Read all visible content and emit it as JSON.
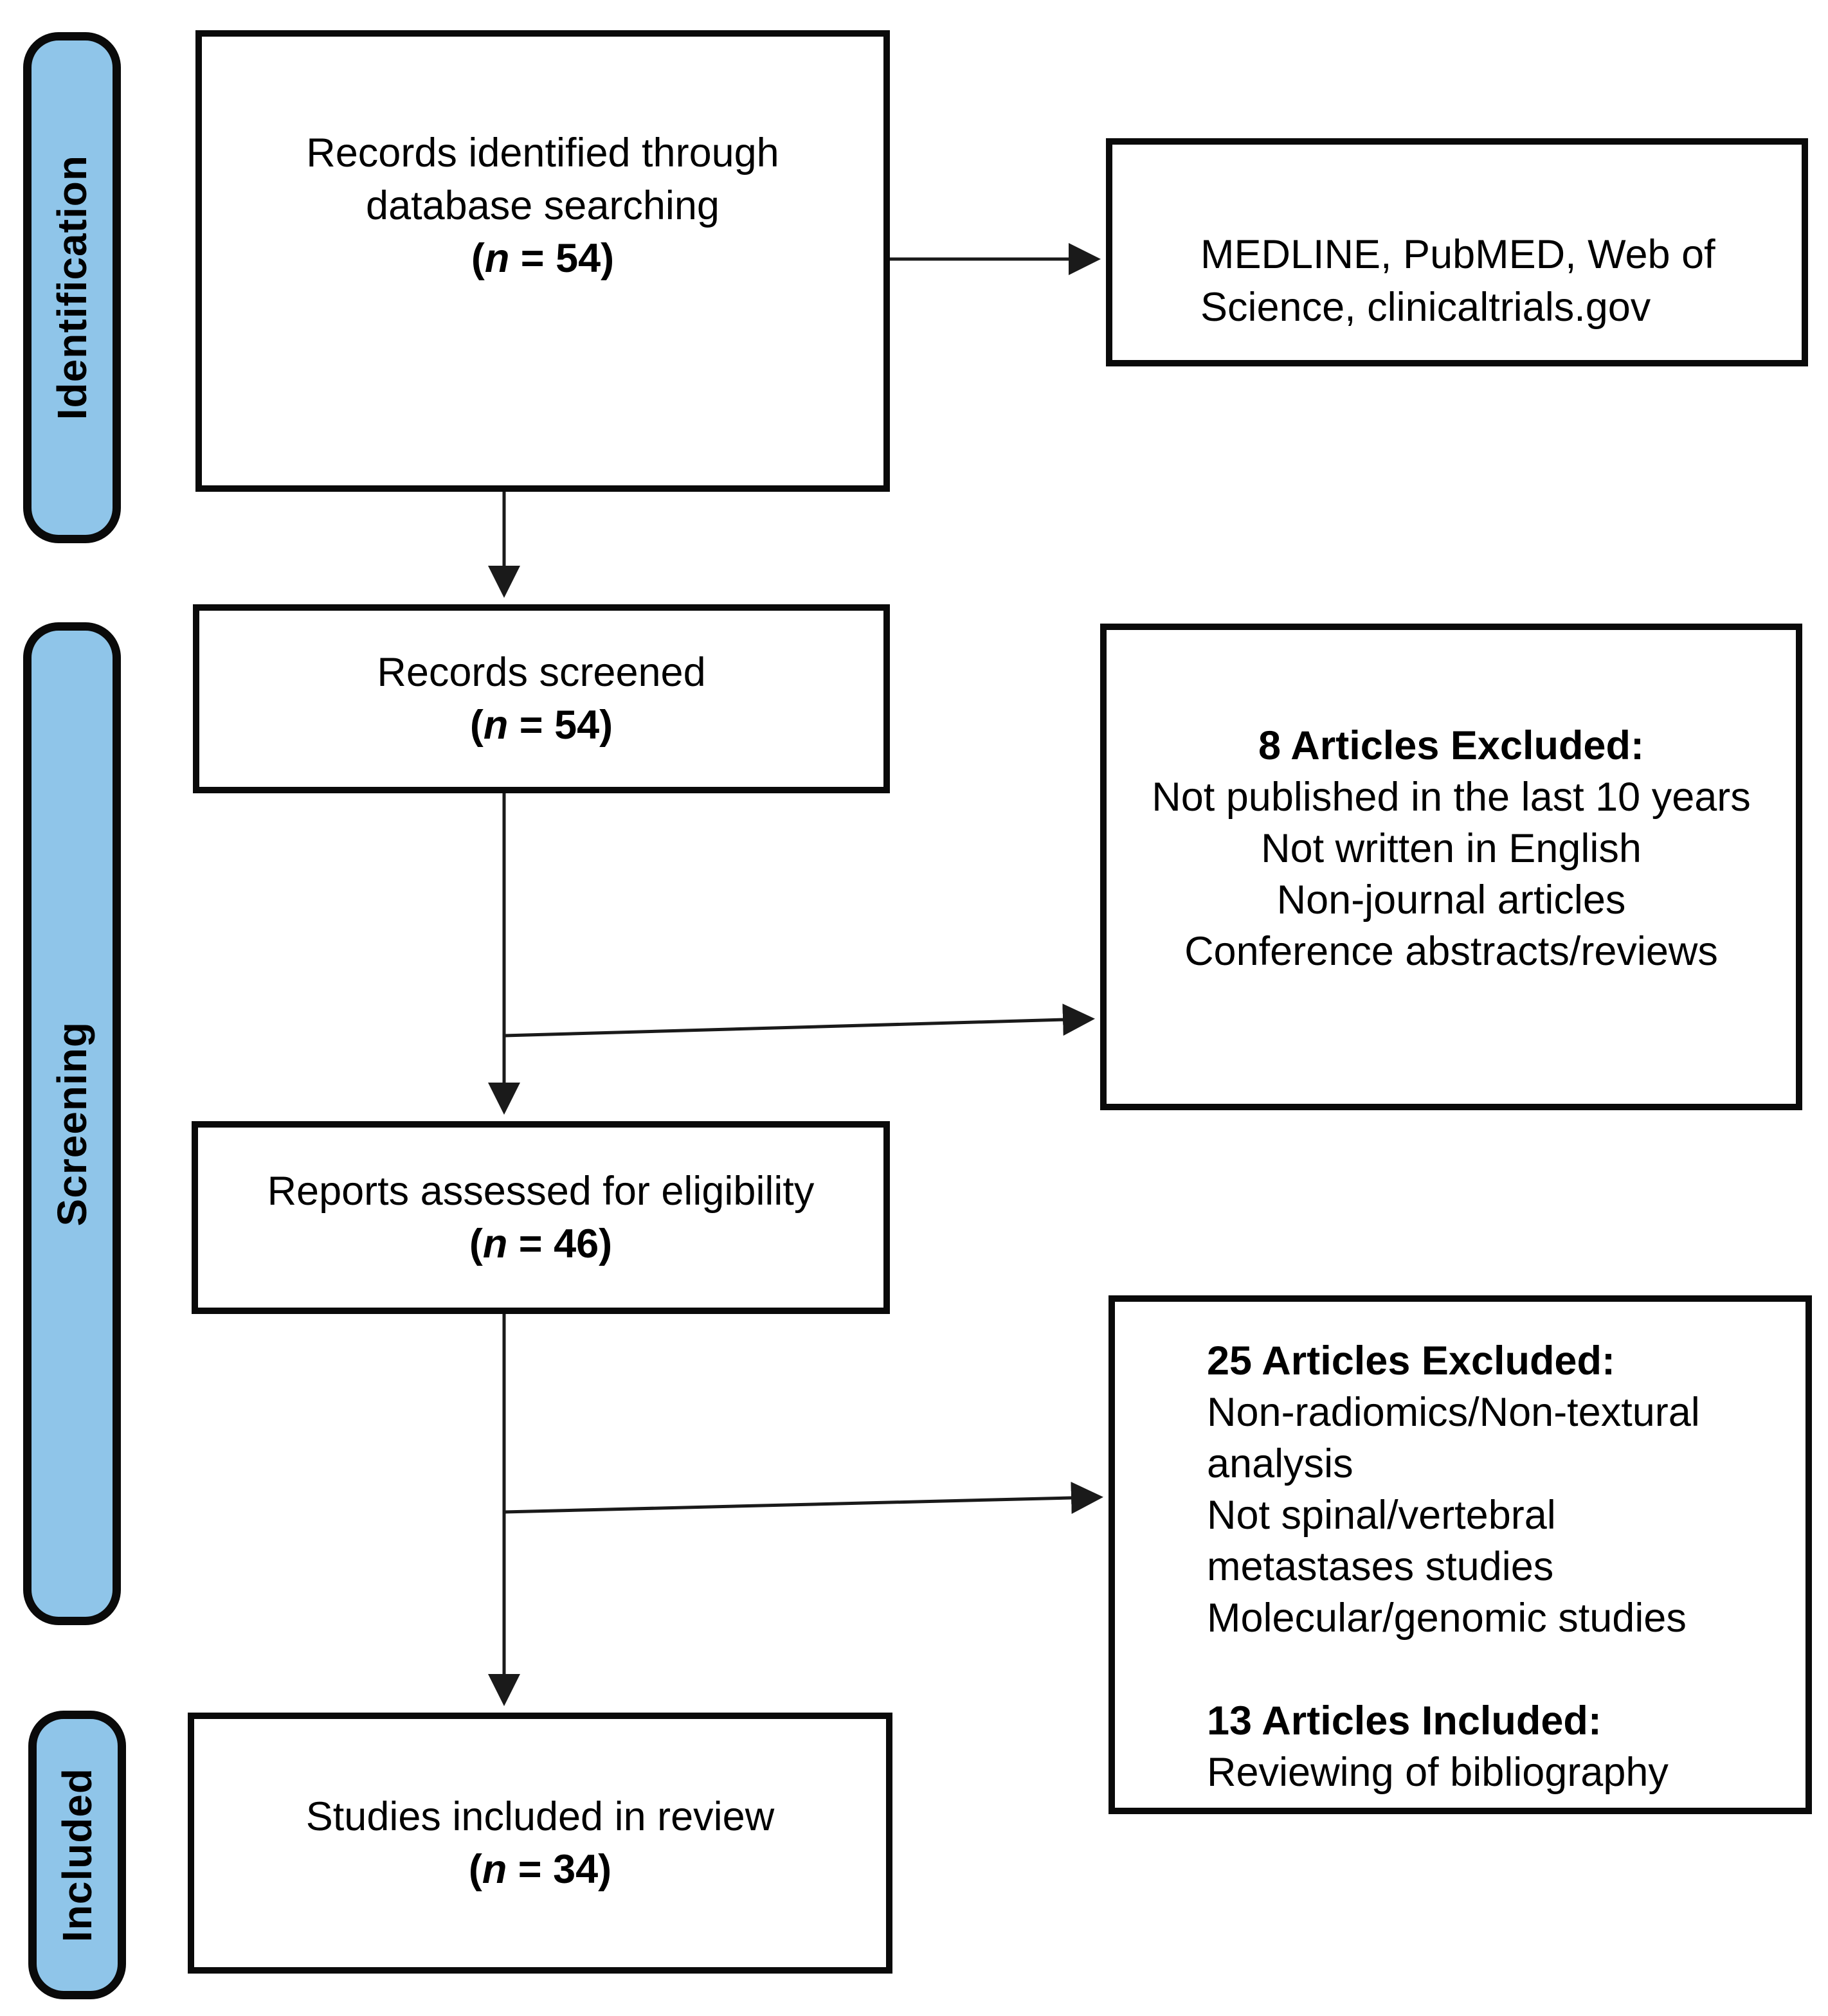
{
  "figure": {
    "type": "prisma-flow-diagram",
    "stages": {
      "identification": "Identification",
      "screening": "Screening",
      "included": "Included"
    },
    "boxes": {
      "identified": {
        "line1": "Records identified through",
        "line2": "database searching",
        "count": {
          "open": "(",
          "n": "n",
          "rest": " = 54)"
        }
      },
      "databases": {
        "line1": "MEDLINE, PubMED, Web of",
        "line2": "Science, clinicaltrials.gov"
      },
      "screened": {
        "line1": "Records screened",
        "count": {
          "open": "(",
          "n": "n",
          "rest": " = 54)"
        }
      },
      "excluded_screening": {
        "title": "8 Articles Excluded:",
        "reasons": [
          "Not published in the last 10 years",
          "Not written in English",
          "Non-journal articles",
          "Conference abstracts/reviews"
        ]
      },
      "eligibility": {
        "line1": "Reports assessed for eligibility",
        "count": {
          "open": "(",
          "n": "n",
          "rest": " = 46)"
        }
      },
      "excluded_eligibility": {
        "title": "25 Articles Excluded:",
        "reasons": [
          "Non-radiomics/Non-textural",
          "analysis",
          "Not spinal/vertebral",
          "metastases studies",
          "Molecular/genomic studies"
        ],
        "included_title": "13 Articles Included:",
        "included_note": "Reviewing of bibliography"
      },
      "included_review": {
        "line1": "Studies included in review",
        "count": {
          "open": "(",
          "n": "n",
          "rest": " = 34)"
        }
      }
    },
    "colors": {
      "stage_fill": "#8FC5E9",
      "border": "#0A0A0A",
      "arrow": "#1A1A1A",
      "background": "#FFFFFF"
    }
  }
}
